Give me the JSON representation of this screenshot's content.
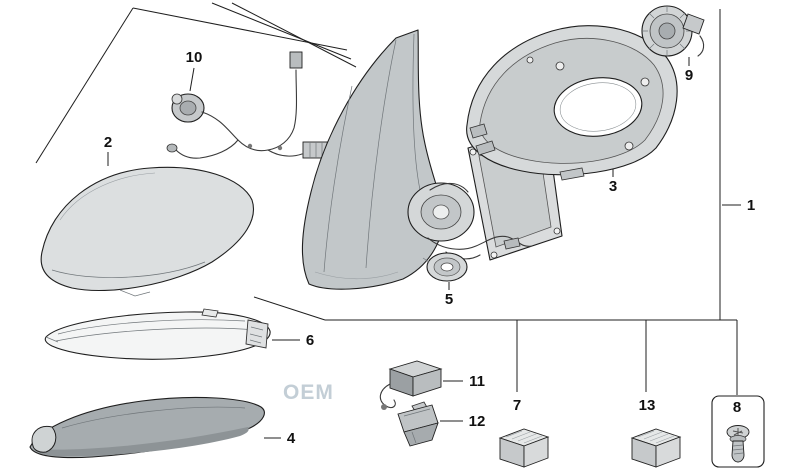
{
  "watermark": {
    "text": "OEM"
  },
  "callouts": {
    "c1": "1",
    "c2": "2",
    "c3": "3",
    "c4": "4",
    "c5": "5",
    "c6": "6",
    "c7": "7",
    "c8": "8",
    "c9": "9",
    "c10": "10",
    "c11": "11",
    "c12": "12",
    "c13": "13"
  },
  "colors": {
    "background": "#ffffff",
    "line": "#1f1f1f",
    "part_fill_light": "#ececed",
    "part_fill_mid": "#c9cdcf",
    "part_fill_dark": "#9aa0a4",
    "watermark": "#b9c6cf"
  }
}
